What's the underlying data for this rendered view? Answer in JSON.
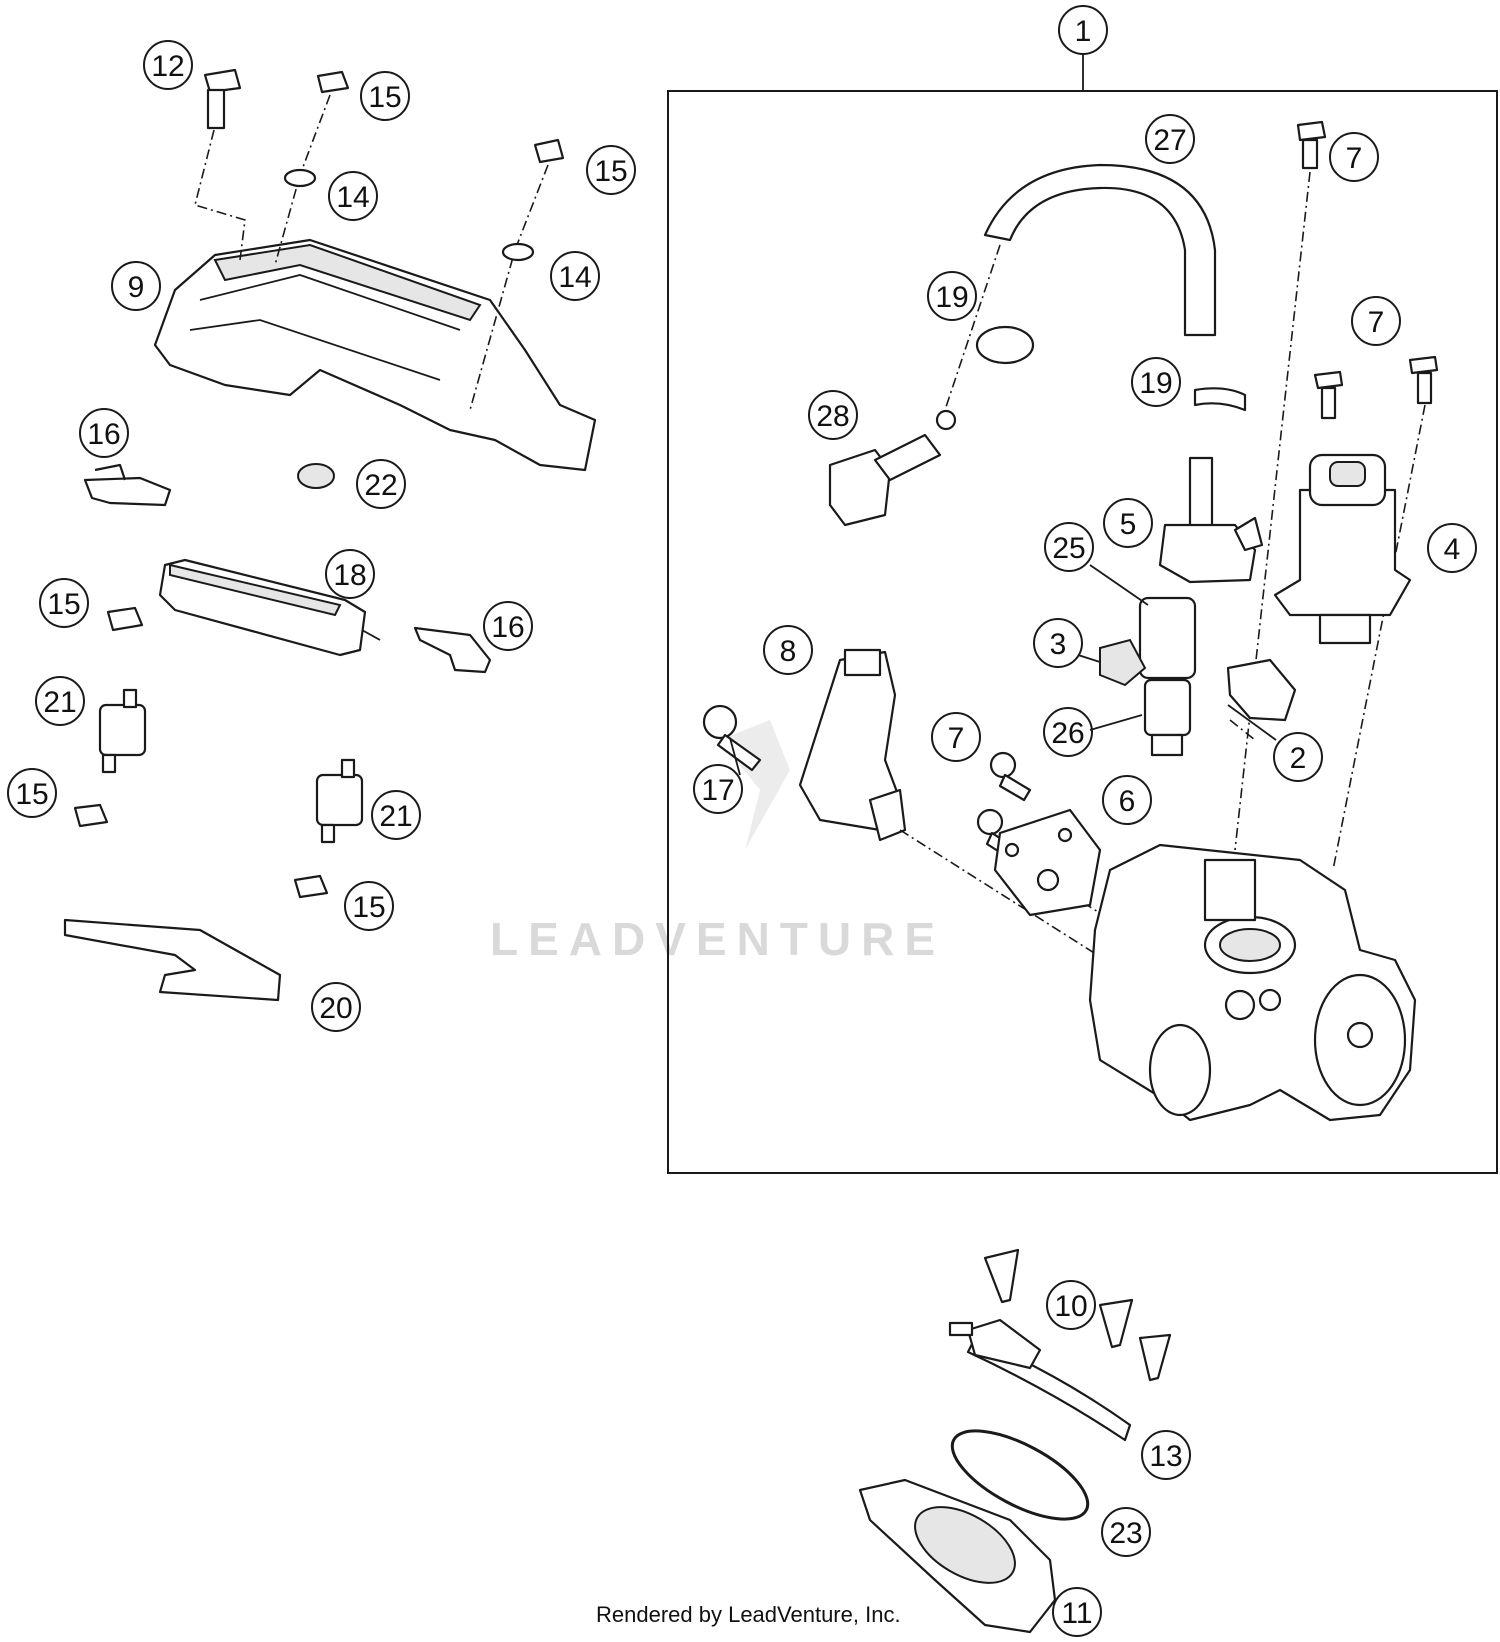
{
  "diagram": {
    "callouts": [
      "1",
      "2",
      "3",
      "4",
      "5",
      "6",
      "7",
      "8",
      "9",
      "10",
      "11",
      "12",
      "13",
      "14",
      "15",
      "16",
      "17",
      "18",
      "19",
      "20",
      "21",
      "22",
      "23",
      "25",
      "26",
      "27",
      "28"
    ],
    "watermark": "LEADVENTURE",
    "credit": "Rendered by LeadVenture, Inc."
  }
}
